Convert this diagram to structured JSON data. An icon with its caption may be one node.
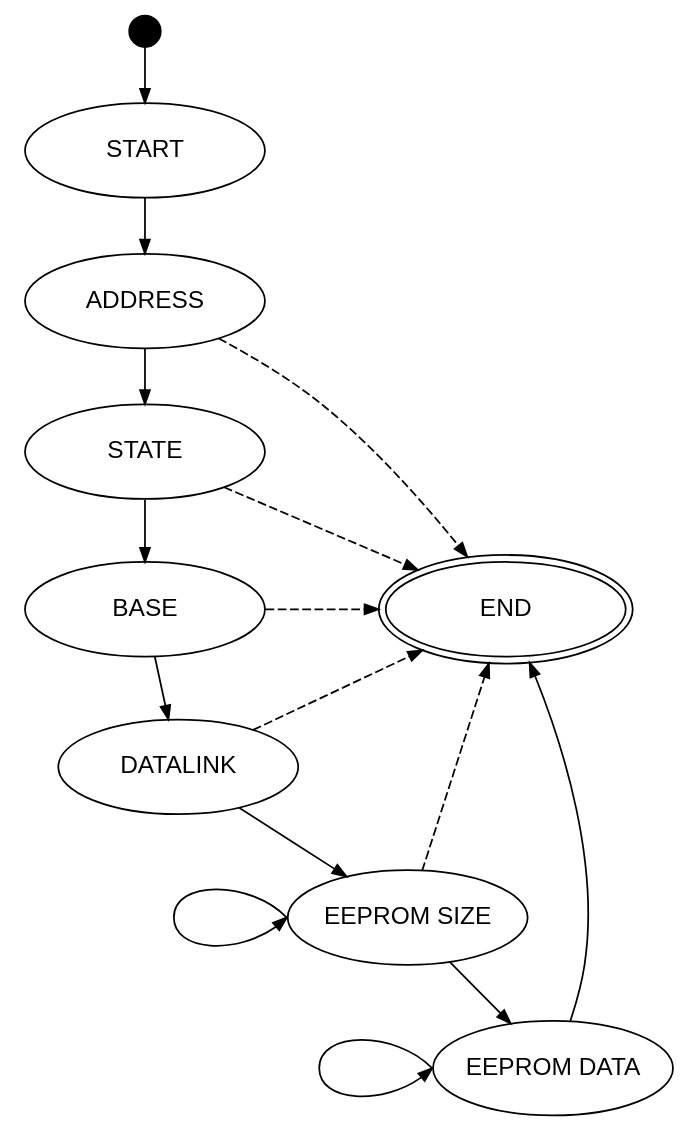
{
  "diagram": {
    "nodes": [
      {
        "text": [],
        "shape": "circle"
      },
      {
        "text": [
          "START"
        ]
      },
      {
        "text": [
          "ADDRESS"
        ]
      },
      {
        "text": [
          "STATE"
        ]
      },
      {
        "text": [
          "BASE"
        ]
      },
      {
        "text": [
          "DATALINK"
        ]
      },
      {
        "text": [
          "EEPROM SIZE"
        ]
      },
      {
        "text": [
          "EEPROM DATA"
        ]
      },
      {
        "text": [
          "END"
        ]
      }
    ],
    "edges": [
      {
        "from": 0,
        "to": 1,
        "arrow": "to"
      },
      {
        "from": 1,
        "to": 2,
        "arrow": "to"
      },
      {
        "from": 2,
        "to": 3,
        "arrow": "to"
      },
      {
        "from": 3,
        "to": 4,
        "arrow": "to"
      },
      {
        "from": 4,
        "to": 5,
        "arrow": "to"
      },
      {
        "from": 5,
        "to": 6,
        "arrow": "to"
      },
      {
        "from": 6,
        "to": 6,
        "arrow": "to"
      },
      {
        "from": 6,
        "to": 7,
        "arrow": "to"
      },
      {
        "from": 7,
        "to": 7,
        "arrow": "to"
      },
      {
        "from": 2,
        "to": 8,
        "arrow": "to",
        "style": "dashed"
      },
      {
        "from": 3,
        "to": 8,
        "arrow": "to",
        "style": "dashed"
      },
      {
        "from": 4,
        "to": 8,
        "arrow": "to",
        "style": "dashed"
      },
      {
        "from": 5,
        "to": 8,
        "arrow": "to",
        "style": "dashed"
      },
      {
        "from": 6,
        "to": 8,
        "arrow": "to",
        "style": "dashed"
      },
      {
        "from": 7,
        "to": 8,
        "arrow": "to"
      }
    ]
  }
}
